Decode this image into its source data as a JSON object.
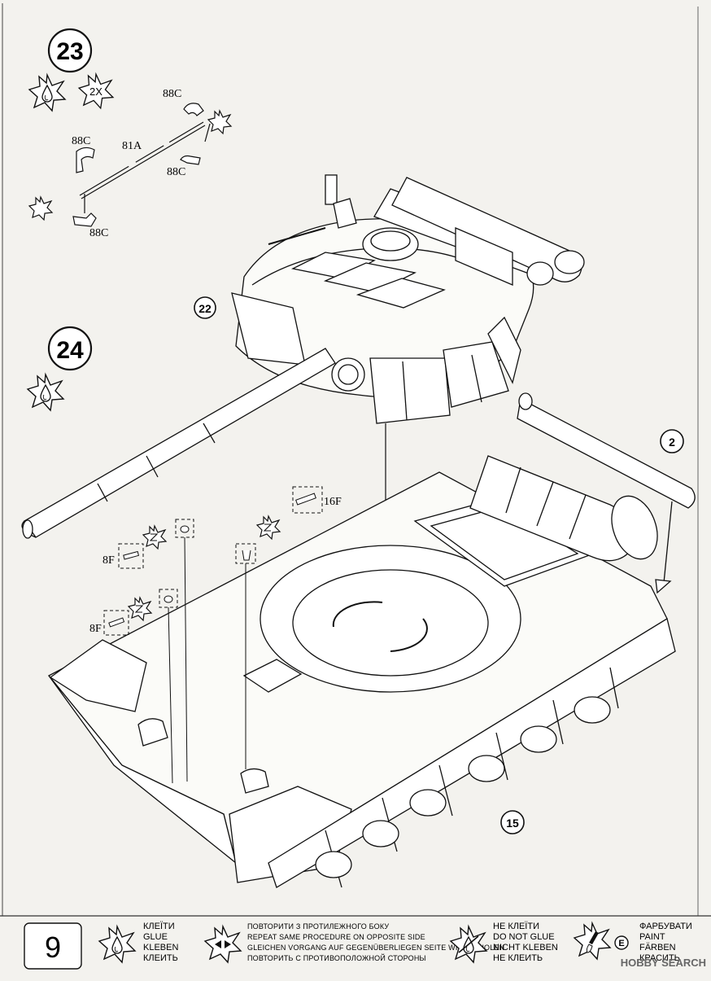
{
  "page_number": "9",
  "steps": [
    {
      "number": "23",
      "repeat": "2X"
    },
    {
      "number": "24"
    }
  ],
  "callouts": [
    "22",
    "2",
    "15"
  ],
  "part_labels": [
    "88C",
    "81A",
    "88C",
    "88C",
    "88C",
    "16F",
    "8F",
    "8F"
  ],
  "legend": {
    "glue": [
      "КЛЕЇТИ",
      "GLUE",
      "KLEBEN",
      "КЛЕИТЬ"
    ],
    "repeat": [
      "ПОВТОРИТИ З ПРОТИЛЕЖНОГО БОКУ",
      "REPEAT SAME PROCEDURE ON OPPOSITE SIDE",
      "GLEICHEN VORGANG AUF GEGENÜBERLIEGEN SEITE WIEDERHOLEN",
      "ПОВТОРИТЬ С ПРОТИВОПОЛОЖНОЙ СТОРОНЫ"
    ],
    "noglue": [
      "НЕ КЛЕЇТИ",
      "DO NOT GLUE",
      "NICHT KLEBEN",
      "НЕ КЛЕИТЬ"
    ],
    "paint": [
      "ФАРБУВАТИ",
      "PAINT",
      "FÄRBEN",
      "КРАСИТЬ"
    ],
    "paint_badge": "E"
  },
  "watermark": "HOBBY SEARCH",
  "icons": [
    "glue-drop-icon",
    "repeat-arrows-icon",
    "no-glue-icon",
    "paint-brush-icon",
    "star-burst-icon"
  ]
}
